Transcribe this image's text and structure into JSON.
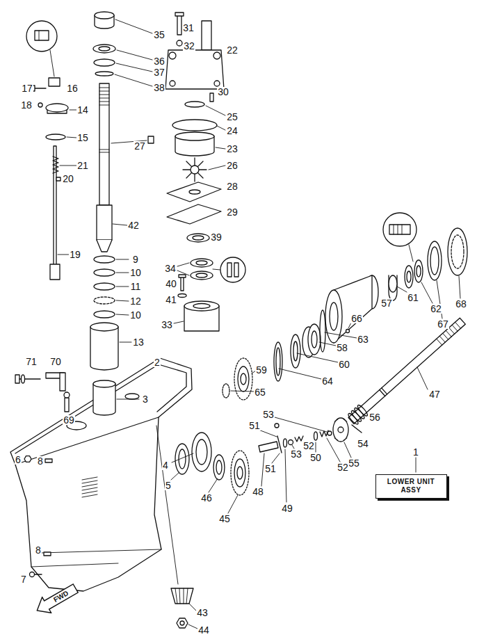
{
  "diagram": {
    "nodes": [
      {
        "text": [
          "LOWER UNIT ASSY"
        ]
      },
      {
        "text": [
          "FWD"
        ]
      }
    ],
    "labels": [
      "31",
      "35",
      "32",
      "22",
      "36",
      "37",
      "38",
      "17",
      "16",
      "30",
      "18",
      "14",
      "25",
      "24",
      "15",
      "27",
      "23",
      "21",
      "26",
      "20",
      "28",
      "29",
      "42",
      "39",
      "19",
      "9",
      "34",
      "10",
      "40",
      "11",
      "61",
      "41",
      "12",
      "57",
      "68",
      "62",
      "10",
      "66",
      "67",
      "33",
      "63",
      "13",
      "58",
      "71",
      "70",
      "2",
      "60",
      "59",
      "64",
      "65",
      "47",
      "3",
      "53",
      "56",
      "69",
      "51",
      "54",
      "52",
      "1",
      "53",
      "50",
      "6",
      "8",
      "55",
      "4",
      "52",
      "51",
      "5",
      "48",
      "46",
      "49",
      "45",
      "8",
      "7",
      "43",
      "44"
    ]
  }
}
